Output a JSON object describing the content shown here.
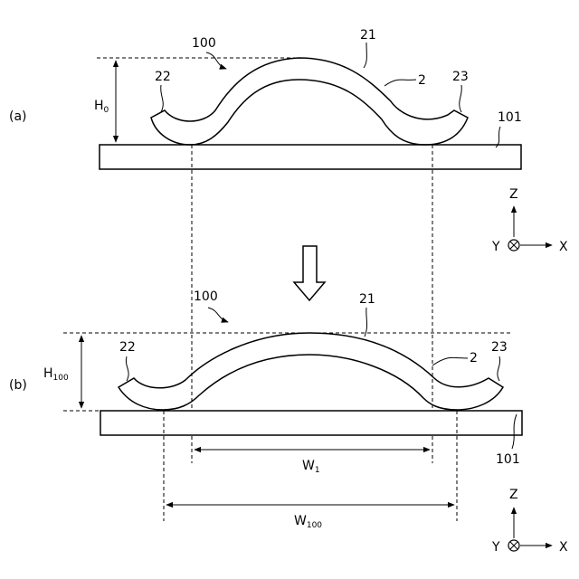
{
  "panels": {
    "a": {
      "panel_label": "(a)",
      "height_main": "H",
      "height_sub": "0",
      "ref_part": "100",
      "ref_top": "21",
      "ref_body": "2",
      "ref_left_end": "22",
      "ref_right_end": "23",
      "ref_base": "101"
    },
    "b": {
      "panel_label": "(b)",
      "height_main": "H",
      "height_sub": "100",
      "ref_part": "100",
      "ref_top": "21",
      "ref_body": "2",
      "ref_left_end": "22",
      "ref_right_end": "23",
      "ref_base": "101",
      "width1_main": "W",
      "width1_sub": "1",
      "width100_main": "W",
      "width100_sub": "100"
    }
  },
  "axes": {
    "z": "Z",
    "x": "X",
    "y": "Y"
  }
}
